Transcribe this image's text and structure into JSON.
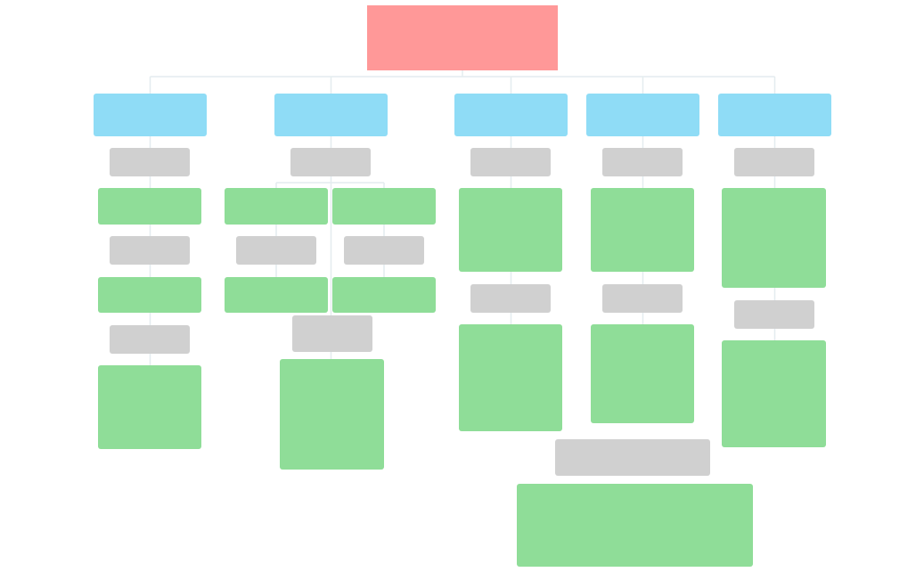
{
  "palette": {
    "root": "#ff9898",
    "category": "#8fdcf6",
    "connector": "#d0d0d0",
    "content": "#8fdd98",
    "line": "#e4ecef"
  },
  "diagram": {
    "root": {
      "label": "",
      "role": "root"
    },
    "columns": [
      {
        "header": {
          "label": "",
          "role": "category"
        },
        "children": [
          {
            "label": "",
            "role": "connector"
          },
          {
            "label": "",
            "role": "content"
          },
          {
            "label": "",
            "role": "connector"
          },
          {
            "label": "",
            "role": "content"
          },
          {
            "label": "",
            "role": "connector"
          },
          {
            "label": "",
            "role": "content"
          }
        ]
      },
      {
        "header": {
          "label": "",
          "role": "category"
        },
        "children": [
          {
            "label": "",
            "role": "connector"
          },
          {
            "label": "",
            "role": "content"
          },
          {
            "label": "",
            "role": "content"
          },
          {
            "label": "",
            "role": "connector"
          },
          {
            "label": "",
            "role": "connector"
          },
          {
            "label": "",
            "role": "content"
          },
          {
            "label": "",
            "role": "content"
          },
          {
            "label": "",
            "role": "connector"
          },
          {
            "label": "",
            "role": "content"
          }
        ]
      },
      {
        "header": {
          "label": "",
          "role": "category"
        },
        "children": [
          {
            "label": "",
            "role": "connector"
          },
          {
            "label": "",
            "role": "content"
          },
          {
            "label": "",
            "role": "connector"
          },
          {
            "label": "",
            "role": "content"
          }
        ]
      },
      {
        "header": {
          "label": "",
          "role": "category"
        },
        "children": [
          {
            "label": "",
            "role": "connector"
          },
          {
            "label": "",
            "role": "content"
          },
          {
            "label": "",
            "role": "connector"
          },
          {
            "label": "",
            "role": "content"
          }
        ]
      },
      {
        "header": {
          "label": "",
          "role": "category"
        },
        "children": [
          {
            "label": "",
            "role": "connector"
          },
          {
            "label": "",
            "role": "content"
          },
          {
            "label": "",
            "role": "connector"
          },
          {
            "label": "",
            "role": "content"
          }
        ]
      }
    ],
    "shared": [
      {
        "label": "",
        "role": "connector"
      },
      {
        "label": "",
        "role": "content"
      }
    ]
  }
}
